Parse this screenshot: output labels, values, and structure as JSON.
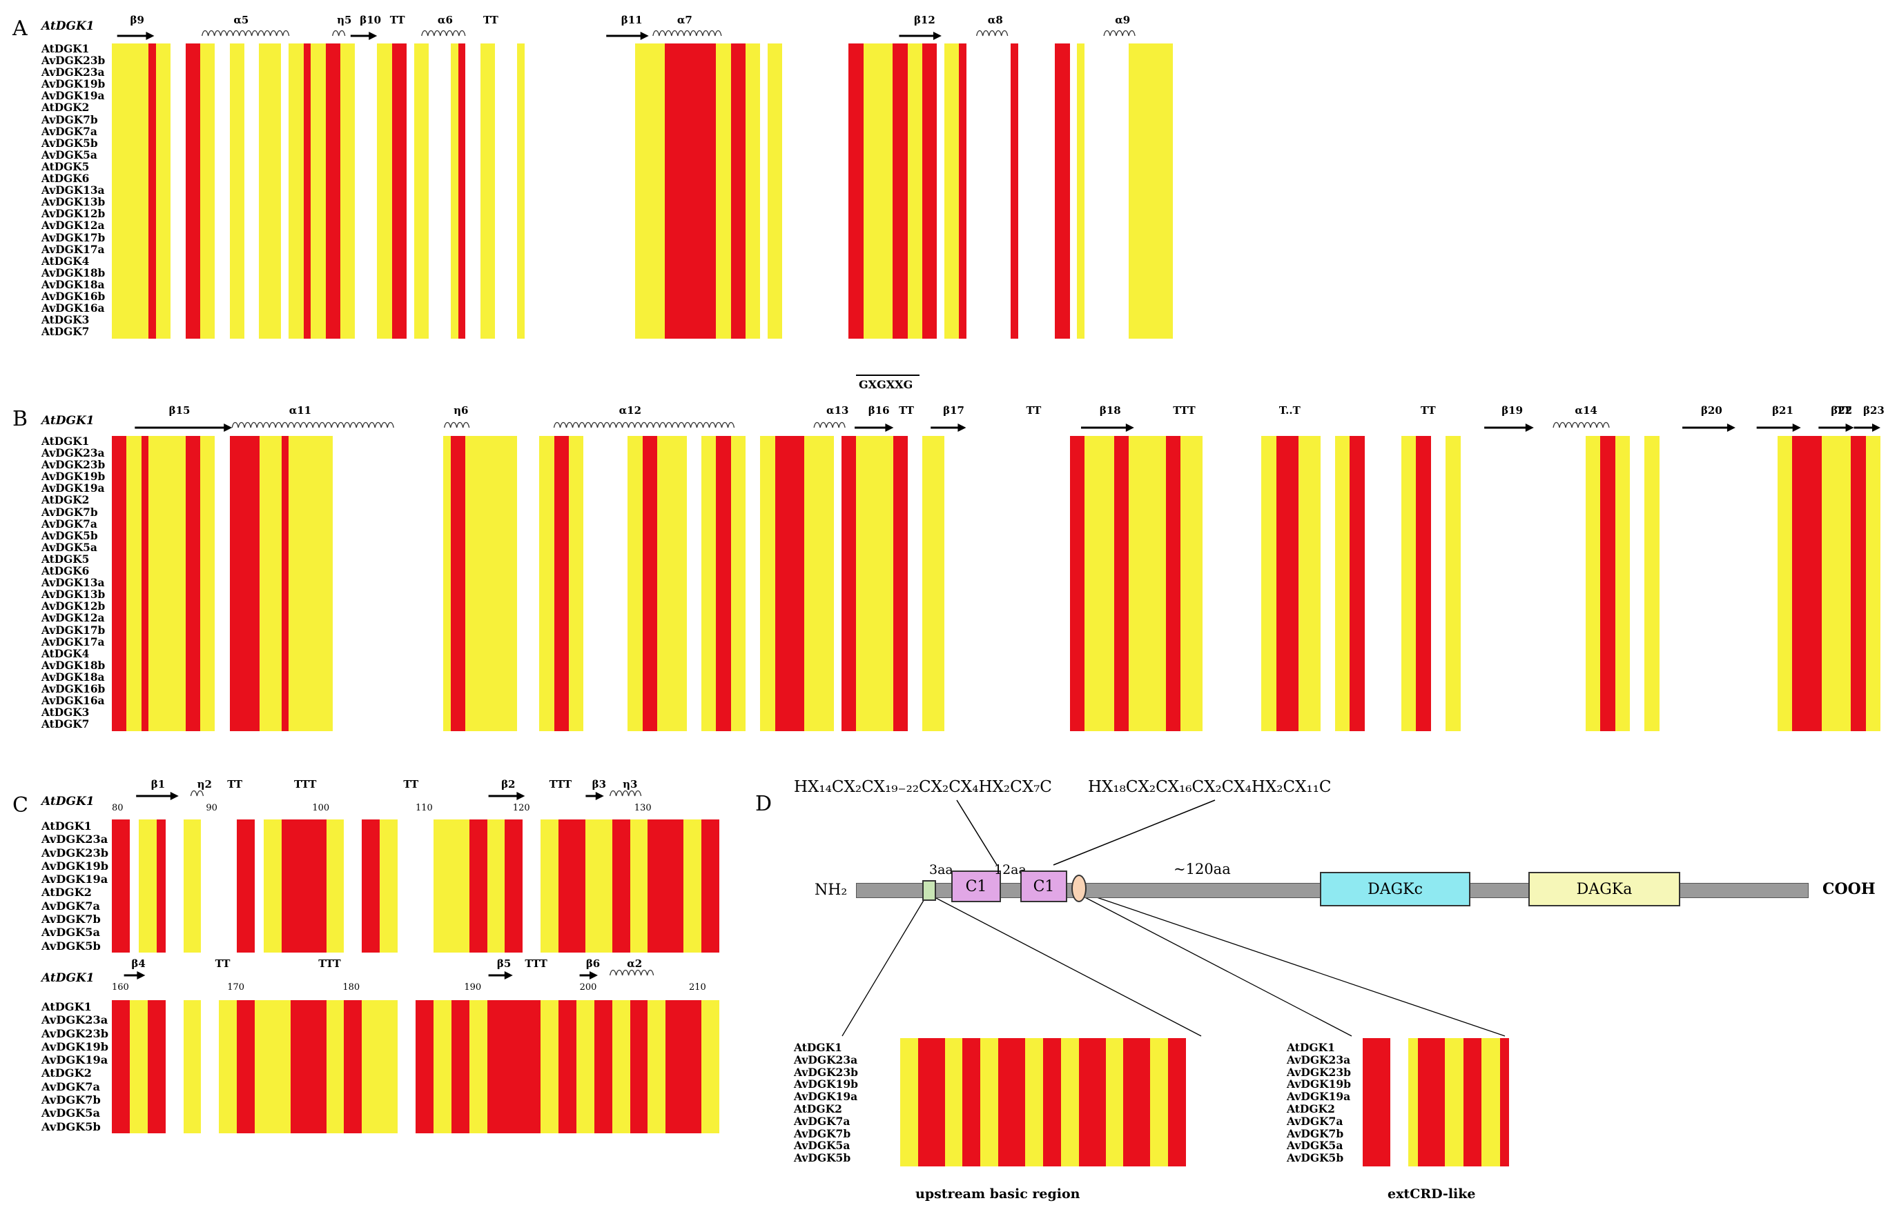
{
  "colors": {
    "conserved_red": "#e8101c",
    "similar_yellow": "#f7f13a",
    "c1_purple": "#e1a7e6",
    "dagkc_cyan": "#8fe9f1",
    "dagka_yellow": "#f6f7b8",
    "basic_green": "#c9e5b5",
    "extcrd_peach": "#f9d3b5",
    "backbone_gray": "#9a9a9a"
  },
  "panelA": {
    "label": "A",
    "header": "AtDGK1",
    "sequences": [
      "AtDGK1",
      "AvDGK23b",
      "AvDGK23a",
      "AvDGK19b",
      "AvDGK19a",
      "AtDGK2",
      "AvDGK7b",
      "AvDGK7a",
      "AvDGK5b",
      "AvDGK5a",
      "AtDGK5",
      "AtDGK6",
      "AvDGK13a",
      "AvDGK13b",
      "AvDGK12b",
      "AvDGK12a",
      "AvDGK17b",
      "AvDGK17a",
      "AtDGK4",
      "AvDGK18b",
      "AvDGK18a",
      "AvDGK16b",
      "AvDGK16a",
      "AtDGK3",
      "AtDGK7"
    ],
    "structure": [
      {
        "name": "β9",
        "kind": "strand"
      },
      {
        "name": "α5",
        "kind": "helix"
      },
      {
        "name": "η5",
        "kind": "eta"
      },
      {
        "name": "β10",
        "kind": "strand"
      },
      {
        "name": "TT",
        "kind": "turn"
      },
      {
        "name": "α6",
        "kind": "helix"
      },
      {
        "name": "TT",
        "kind": "turn"
      },
      {
        "name": "β11",
        "kind": "strand"
      },
      {
        "name": "α7",
        "kind": "helix"
      },
      {
        "name": "β12",
        "kind": "strand"
      },
      {
        "name": "α8",
        "kind": "helix"
      },
      {
        "name": "α9",
        "kind": "helix"
      }
    ],
    "motif": "GXGXXG"
  },
  "panelB": {
    "label": "B",
    "header": "AtDGK1",
    "sequences": [
      "AtDGK1",
      "AvDGK23a",
      "AvDGK23b",
      "AvDGK19b",
      "AvDGK19a",
      "AtDGK2",
      "AvDGK7b",
      "AvDGK7a",
      "AvDGK5b",
      "AvDGK5a",
      "AtDGK5",
      "AtDGK6",
      "AvDGK13a",
      "AvDGK13b",
      "AvDGK12b",
      "AvDGK12a",
      "AvDGK17b",
      "AvDGK17a",
      "AtDGK4",
      "AvDGK18b",
      "AvDGK18a",
      "AvDGK16b",
      "AvDGK16a",
      "AtDGK3",
      "AtDGK7"
    ],
    "structure": [
      {
        "name": "β15",
        "kind": "strand"
      },
      {
        "name": "α11",
        "kind": "helix"
      },
      {
        "name": "η6",
        "kind": "eta"
      },
      {
        "name": "α12",
        "kind": "helix"
      },
      {
        "name": "α13",
        "kind": "helix"
      },
      {
        "name": "β16",
        "kind": "strand"
      },
      {
        "name": "TT",
        "kind": "turn"
      },
      {
        "name": "β17",
        "kind": "strand"
      },
      {
        "name": "TT",
        "kind": "turn"
      },
      {
        "name": "β18",
        "kind": "strand"
      },
      {
        "name": "TTT",
        "kind": "turn"
      },
      {
        "name": "T..T",
        "kind": "turn"
      },
      {
        "name": "TT",
        "kind": "turn"
      },
      {
        "name": "β19",
        "kind": "strand"
      },
      {
        "name": "α14",
        "kind": "helix"
      },
      {
        "name": "β20",
        "kind": "strand"
      },
      {
        "name": "β21",
        "kind": "strand"
      },
      {
        "name": "β22",
        "kind": "strand"
      },
      {
        "name": "TT",
        "kind": "turn"
      },
      {
        "name": "β23",
        "kind": "strand"
      }
    ]
  },
  "panelC": {
    "label": "C",
    "top": {
      "header": "AtDGK1",
      "sequences": [
        "AtDGK1",
        "AvDGK23a",
        "AvDGK23b",
        "AvDGK19b",
        "AvDGK19a",
        "AtDGK2",
        "AvDGK7a",
        "AvDGK7b",
        "AvDGK5a",
        "AvDGK5b"
      ],
      "ruler": [
        "80",
        "90",
        "100",
        "110",
        "120",
        "130"
      ],
      "structure": [
        {
          "name": "β1",
          "kind": "strand"
        },
        {
          "name": "η2",
          "kind": "eta"
        },
        {
          "name": "TT",
          "kind": "turn"
        },
        {
          "name": "TTT",
          "kind": "turn"
        },
        {
          "name": "TT",
          "kind": "turn"
        },
        {
          "name": "β2",
          "kind": "strand"
        },
        {
          "name": "TTT",
          "kind": "turn"
        },
        {
          "name": "β3",
          "kind": "strand"
        },
        {
          "name": "η3",
          "kind": "eta"
        }
      ]
    },
    "bottom": {
      "header": "AtDGK1",
      "sequences": [
        "AtDGK1",
        "AvDGK23a",
        "AvDGK23b",
        "AvDGK19b",
        "AvDGK19a",
        "AtDGK2",
        "AvDGK7a",
        "AvDGK7b",
        "AvDGK5a",
        "AvDGK5b"
      ],
      "ruler": [
        "160",
        "170",
        "180",
        "190",
        "200",
        "210"
      ],
      "structure": [
        {
          "name": "β4",
          "kind": "strand"
        },
        {
          "name": "TT",
          "kind": "turn"
        },
        {
          "name": "TTT",
          "kind": "turn"
        },
        {
          "name": "β5",
          "kind": "strand"
        },
        {
          "name": "TTT",
          "kind": "turn"
        },
        {
          "name": "β6",
          "kind": "strand"
        },
        {
          "name": "α2",
          "kind": "helix"
        }
      ]
    }
  },
  "panelD": {
    "label": "D",
    "formula_left": "HX₁₄CX₂CX₁₉₋₂₂CX₂CX₄HX₂CX₇C",
    "formula_right": "HX₁₈CX₂CX₁₆CX₂CX₄HX₂CX₁₁C",
    "nh2": "NH₂",
    "cooh": "COOH",
    "spacer_3aa": "3aa",
    "spacer_12aa": "12aa",
    "spacer_120aa": "~120aa",
    "c1_label": "C1",
    "dagkc": "DAGKc",
    "dagka": "DAGKa",
    "basic_names": [
      "AtDGK1",
      "AvDGK23a",
      "AvDGK23b",
      "AvDGK19b",
      "AvDGK19a",
      "AtDGK2",
      "AvDGK7a",
      "AvDGK7b",
      "AvDGK5a",
      "AvDGK5b"
    ],
    "ext_names": [
      "AtDGK1",
      "AvDGK23a",
      "AvDGK23b",
      "AvDGK19b",
      "AvDGK19a",
      "AtDGK2",
      "AvDGK7a",
      "AvDGK7b",
      "AvDGK5a",
      "AvDGK5b"
    ],
    "basic_caption": "upstream basic region",
    "ext_caption": "extCRD-like"
  }
}
